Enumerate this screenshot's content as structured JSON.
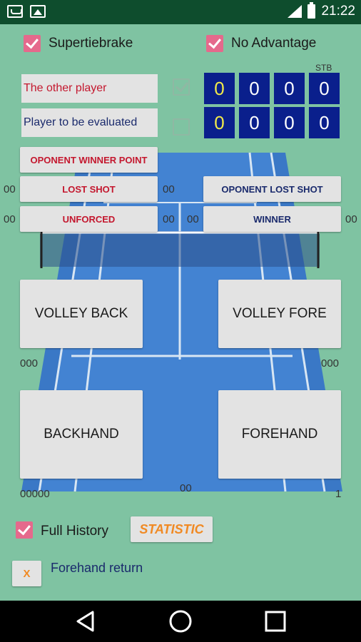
{
  "status_bar": {
    "time": "21:22",
    "icons": [
      "voicemail-icon",
      "image-icon",
      "signal-icon",
      "battery-icon"
    ]
  },
  "top_options": {
    "supertiebrake": {
      "label": "Supertiebrake",
      "checked": true
    },
    "no_advantage": {
      "label": "No Advantage",
      "checked": true
    }
  },
  "players": {
    "stb_label": "STB",
    "other": {
      "name": "The other player",
      "selected": true,
      "scores": [
        "0",
        "0",
        "0",
        "0"
      ]
    },
    "evaluated": {
      "name": "Player to be evaluated",
      "selected": false,
      "scores": [
        "0",
        "0",
        "0",
        "0"
      ]
    }
  },
  "buttons": {
    "oponent_winner_point": "OPONENT WINNER POINT",
    "lost_shot": "LOST SHOT",
    "unforced": "UNFORCED",
    "oponent_lost_shot": "OPONENT LOST SHOT",
    "winner": "WINNER",
    "volley_back": "VOLLEY BACK",
    "volley_fore": "VOLLEY FORE",
    "backhand": "BACKHAND",
    "forehand": "FOREHAND",
    "statistic": "STATISTIC",
    "undo": "X"
  },
  "counters": {
    "lost_left": "00",
    "lost_right": "00",
    "unforced_left": "00",
    "unforced_right": "00",
    "unforced_far_right": "00",
    "oponent_lost_right": "00",
    "volley_left": "000",
    "volley_right": "000",
    "bottom_left": "00000",
    "bottom_center": "00",
    "bottom_right": "1"
  },
  "history": {
    "label": "Full History",
    "checked": true,
    "last_entry": "Forehand return"
  },
  "colors": {
    "accent": "#e5698c",
    "score_bg": "#0a1f8c",
    "score_digit": "#f2ea4a",
    "red_text": "#c4172e",
    "navy_text": "#1a2a6c",
    "statistic_text": "#f08a24"
  },
  "nav": [
    "back-icon",
    "home-icon",
    "recents-icon"
  ]
}
